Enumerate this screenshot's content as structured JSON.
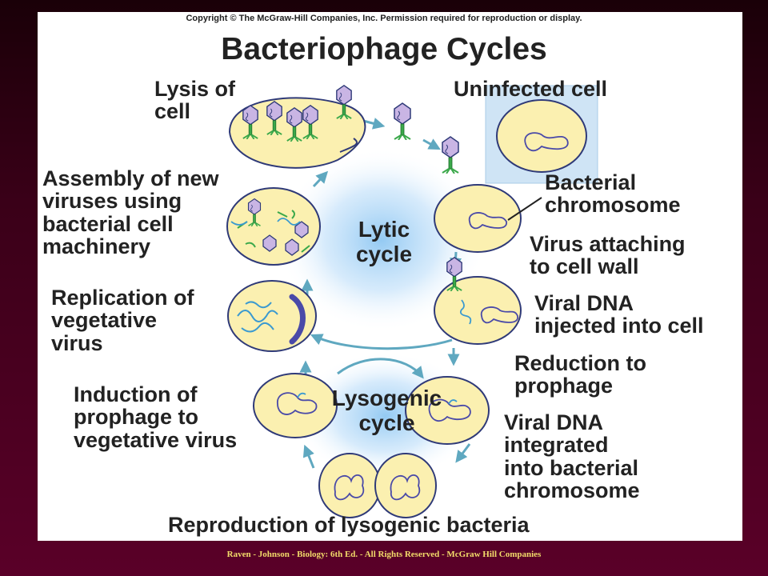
{
  "header": {
    "copyright": "Copyright © The McGraw-Hill Companies, Inc. Permission required for reproduction or display.",
    "title": "Bacteriophage Cycles"
  },
  "cycle_labels": {
    "lytic": "Lytic\ncycle",
    "lysogenic": "Lysogenic\ncycle"
  },
  "stages": {
    "lysis": "Lysis of\ncell",
    "uninfected": "Uninfected cell",
    "bacterial_chromosome": "Bacterial\nchromosome",
    "virus_attaching": "Virus attaching\nto cell wall",
    "viral_dna_injected": "Viral DNA\ninjected into cell",
    "reduction": "Reduction to\nprophage",
    "integrated": "Viral DNA\nintegrated\ninto bacterial\nchromosome",
    "reproduction": "Reproduction of lysogenic bacteria",
    "induction": "Induction of\nprophage to\nvegetative virus",
    "replication": "Replication of\nvegetative\nvirus",
    "assembly": "Assembly of new\nviruses using\nbacterial cell\nmachinery"
  },
  "footer": "Raven - Johnson - Biology: 6th Ed.  - All Rights Reserved - McGraw Hill Companies",
  "colors": {
    "cell_fill": "#fbf0b0",
    "cell_stroke": "#2f3a78",
    "dna": "#4a4aa8",
    "viral_dna": "#3b9ad0",
    "phage_head": "#c9b5e4",
    "phage_tail": "#3aa84a",
    "arrow": "#5fa8c0",
    "glow": "#a9d3f5",
    "footer_text": "#f2dc6a"
  }
}
